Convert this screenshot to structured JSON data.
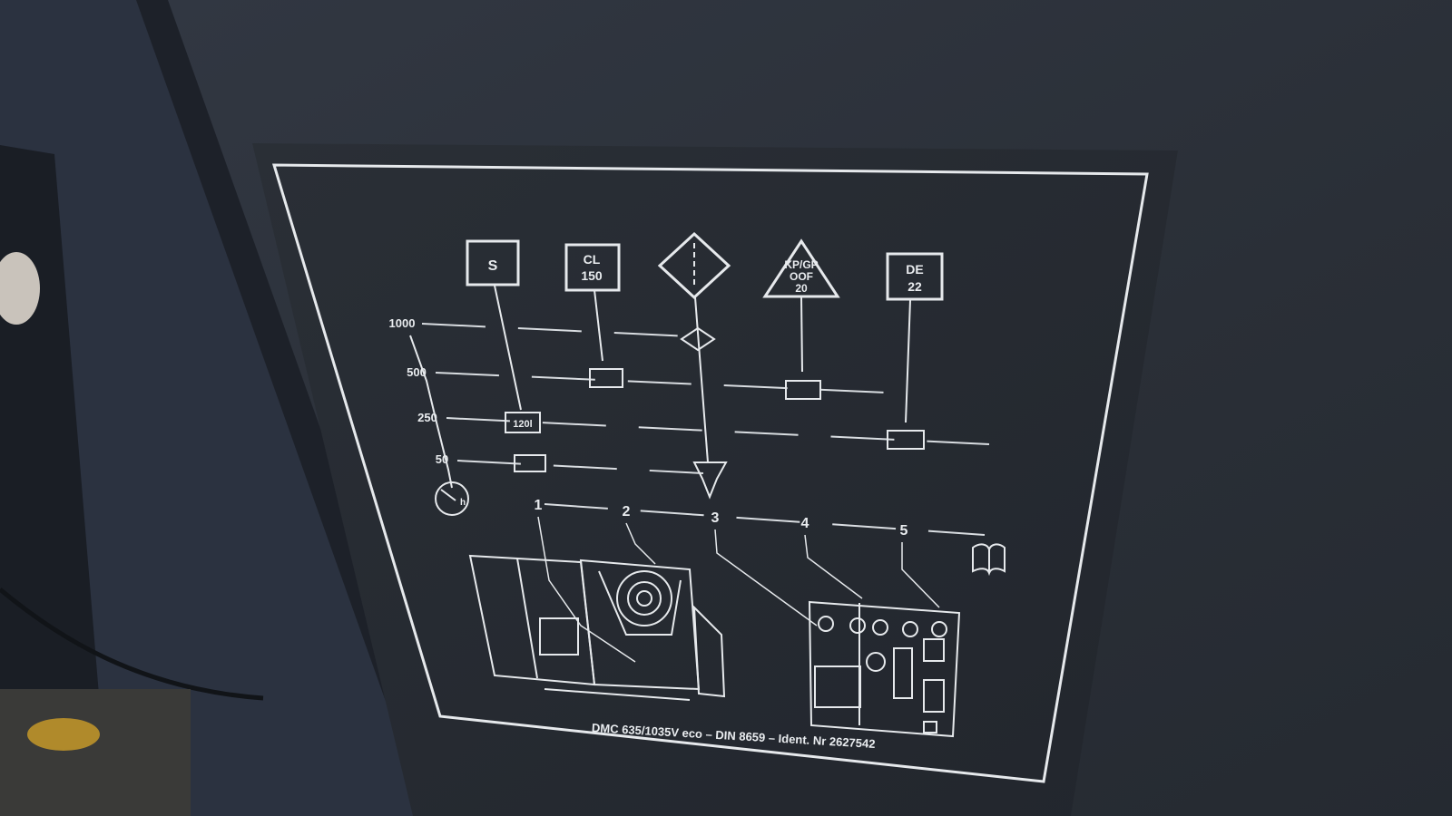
{
  "plate": {
    "symbols": {
      "s": "S",
      "cl_line1": "CL",
      "cl_line2": "150",
      "kp_line1": "KP/GP",
      "kp_line2": "OOF",
      "kp_line3": "20",
      "de_line1": "DE",
      "de_line2": "22"
    },
    "hour_scale": [
      "1000",
      "500",
      "250",
      "50"
    ],
    "quantity_label": "120l",
    "points": [
      "1",
      "2",
      "3",
      "4",
      "5"
    ],
    "footer": "DMC 635/1035V eco – DIN 8659 – Ident. Nr 2627542"
  },
  "icons": {
    "timer": "clock-h-icon",
    "manual": "open-book-icon",
    "oil_can": "oil-can-icon",
    "filter": "filter-diamond-icon"
  },
  "colors": {
    "cabinet": "#2c3139",
    "plate": "#232830",
    "print": "#e6e9ec"
  }
}
